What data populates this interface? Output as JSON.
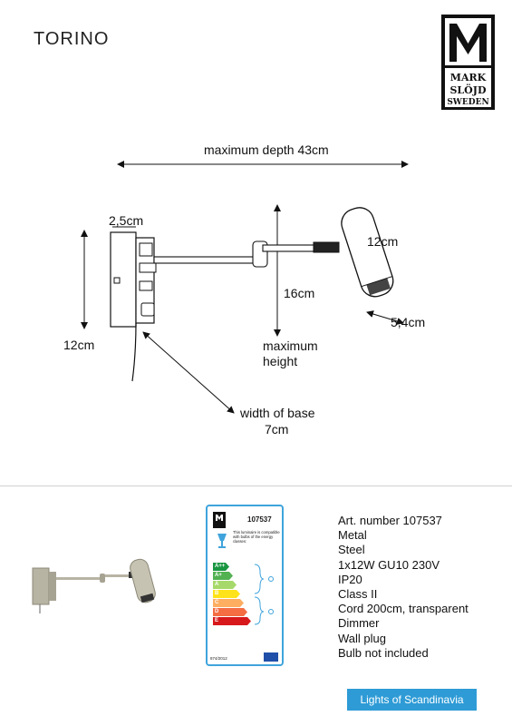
{
  "header": {
    "title": "TORINO"
  },
  "logo": {
    "letter": "M",
    "line1": "MARK",
    "line2": "SLÖJD",
    "line3": "SWEDEN"
  },
  "dimensions": {
    "max_depth": "maximum depth   43cm",
    "base_thickness": "2,5cm",
    "height_left": "12cm",
    "max_height_value": "16cm",
    "max_height_label_1": "maximum",
    "max_height_label_2": "height",
    "shade_length": "12cm",
    "shade_diameter": "5,4cm",
    "base_width_label": "width of base",
    "base_width_value": "7cm"
  },
  "energy_label": {
    "article": "107537",
    "compat_text": "This luminaire is compatible with bulbs of the energy classes:",
    "classes": [
      {
        "label": "A++",
        "color": "#1a9641"
      },
      {
        "label": "A+",
        "color": "#52b151"
      },
      {
        "label": "A",
        "color": "#a6d96a"
      },
      {
        "label": "B",
        "color": "#ffe31a"
      },
      {
        "label": "C",
        "color": "#fdae61"
      },
      {
        "label": "D",
        "color": "#f46d43"
      },
      {
        "label": "E",
        "color": "#d7191c"
      }
    ],
    "regulation": "874/2012"
  },
  "specs": [
    "Art. number 107537",
    "Metal",
    "Steel",
    "1x12W GU10 230V",
    "IP20",
    "Class II",
    "Cord 200cm, transparent",
    "Dimmer",
    "Wall plug",
    "Bulb not included"
  ],
  "footer": {
    "tagline": "Lights of Scandinavia"
  },
  "colors": {
    "accent_blue": "#2e9bd6",
    "lamp_metal": "#b8b4a4"
  }
}
